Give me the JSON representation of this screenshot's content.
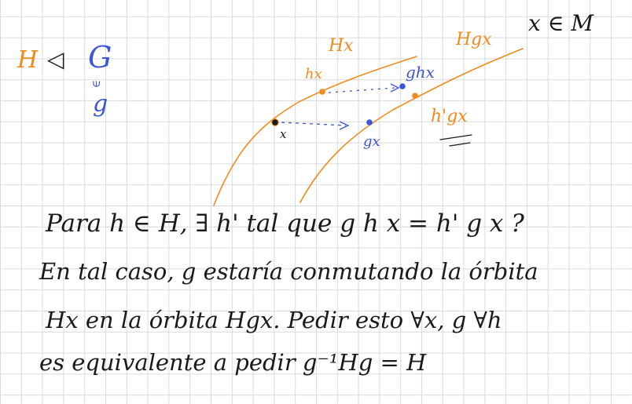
{
  "header": {
    "x_in_m": "x ∈ M",
    "normal_subgroup": {
      "h": "H",
      "symbol": "◁",
      "g": "G",
      "belongs": "∈",
      "elem": "g"
    }
  },
  "diagram": {
    "orbit_hx_label": "Hx",
    "orbit_hgx_label": "Hgx",
    "point_x": "x",
    "point_hx": "hx",
    "point_gx": "gx",
    "point_ghx": "ghx",
    "point_hgx": "h'gx"
  },
  "text": {
    "line1": "Para h ∈ H, ∃ h' tal que  g h x = h' g x  ?",
    "line2": "En tal caso, g estaría conmutando la órbita",
    "line3": "Hx en la órbita Hgx. Pedir esto ∀x, g ∀h",
    "line4": "es equivalente a pedir      g⁻¹Hg = H"
  },
  "colors": {
    "orange": "#f08a1c",
    "blue": "#3b56d6",
    "ink": "#1a1a1a",
    "grid": "#d9d9d9"
  }
}
